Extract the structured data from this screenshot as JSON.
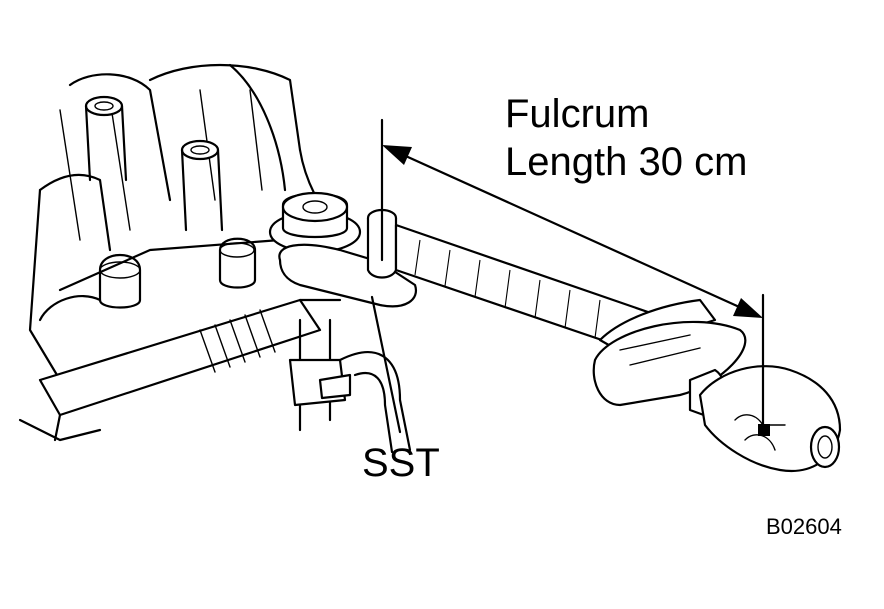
{
  "labels": {
    "fulcrum_line1": "Fulcrum",
    "fulcrum_line2": "Length 30 cm",
    "sst": "SST",
    "figure_code": "B02604"
  }
}
